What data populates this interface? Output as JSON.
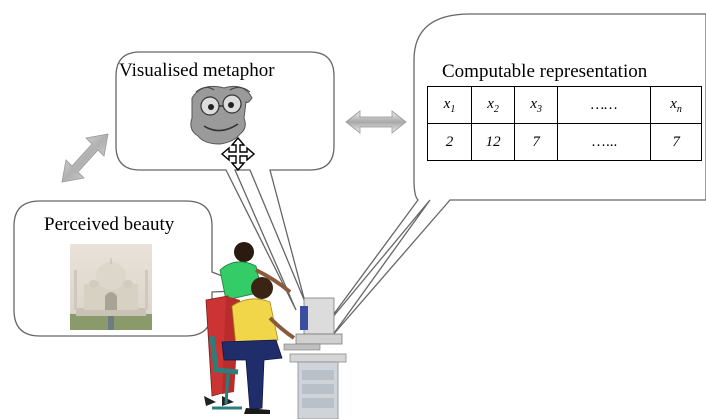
{
  "visualised_metaphor": {
    "title": "Visualised metaphor",
    "icon": "cartoon-face-with-move-cursor"
  },
  "computable_representation": {
    "title": "Computable representation",
    "table": {
      "header": [
        {
          "base": "x",
          "sub": "1"
        },
        {
          "base": "x",
          "sub": "2"
        },
        {
          "base": "x",
          "sub": "3"
        },
        {
          "base": "……",
          "sub": ""
        },
        {
          "base": "x",
          "sub": "n"
        }
      ],
      "values": [
        "2",
        "12",
        "7",
        "…...",
        "7"
      ]
    }
  },
  "perceived_beauty": {
    "title": "Perceived beauty",
    "image": "taj-mahal-photo"
  },
  "people": "two-people-at-computer-clipart",
  "connectors": {
    "double_arrow_left": "diagonal-double-arrow",
    "double_arrow_middle": "horizontal-double-arrow"
  },
  "colors": {
    "bubble_stroke": "#666666",
    "arrow_fill": "#c8c8c8",
    "shirt_green": "#33cc66",
    "shirt_yellow": "#f2d64a",
    "pants_red": "#cc3333",
    "pants_navy": "#1f2d6b",
    "chair_teal": "#2b7f7a"
  }
}
